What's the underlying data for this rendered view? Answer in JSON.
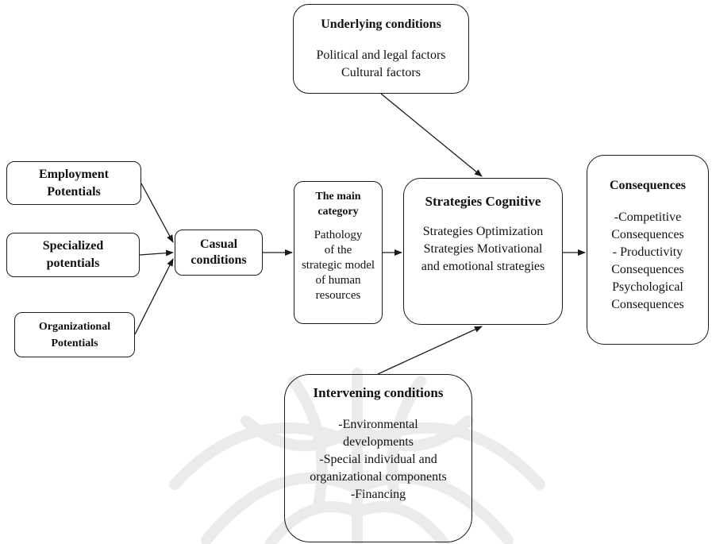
{
  "diagram": {
    "nodes": {
      "underlying": {
        "title": "Underlying conditions",
        "lines": [
          "Political and legal factors",
          "Cultural factors"
        ]
      },
      "employment": {
        "lines": [
          "Employment",
          "Potentials"
        ]
      },
      "specialized": {
        "lines": [
          "Specialized",
          "potentials"
        ]
      },
      "organizational": {
        "lines": [
          "Organizational",
          "Potentials"
        ]
      },
      "casual": {
        "lines": [
          "Casual",
          "conditions"
        ]
      },
      "main_category": {
        "title_lines": [
          "The main",
          "category"
        ],
        "lines": [
          "Pathology",
          "of the",
          "strategic model",
          "of human",
          "resources"
        ]
      },
      "strategies": {
        "title": "Strategies Cognitive",
        "lines": [
          "Strategies Optimization",
          "Strategies Motivational",
          "and emotional strategies"
        ]
      },
      "consequences": {
        "title": "Consequences",
        "lines": [
          "-Competitive",
          "Consequences",
          "- Productivity",
          "Consequences",
          "Psychological",
          "Consequences"
        ]
      },
      "intervening": {
        "title": "Intervening conditions",
        "lines": [
          "-Environmental",
          "developments",
          "-Special individual and",
          "organizational components",
          "-Financing"
        ]
      }
    },
    "edges": [
      {
        "from": "employment",
        "to": "casual"
      },
      {
        "from": "specialized",
        "to": "casual"
      },
      {
        "from": "organizational",
        "to": "casual"
      },
      {
        "from": "casual",
        "to": "main_category"
      },
      {
        "from": "main_category",
        "to": "strategies"
      },
      {
        "from": "underlying",
        "to": "strategies"
      },
      {
        "from": "intervening",
        "to": "strategies"
      },
      {
        "from": "strategies",
        "to": "consequences"
      }
    ],
    "colors": {
      "stroke": "#1a1a1a",
      "text": "#111111",
      "watermark": "#e8e8e8"
    }
  }
}
